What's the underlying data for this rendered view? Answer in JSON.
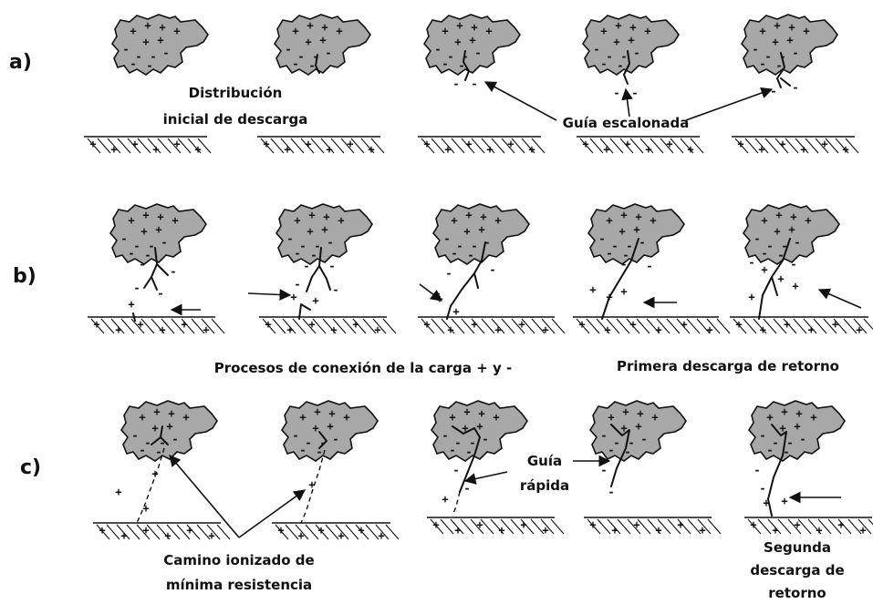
{
  "rows": [
    {
      "id": "a",
      "label": "a)"
    },
    {
      "id": "b",
      "label": "b)"
    },
    {
      "id": "c",
      "label": "c)"
    }
  ],
  "captions": {
    "a_distribution_line1": "Distribución",
    "a_distribution_line2": "inicial de descarga",
    "a_stepped_leader": "Guía escalonada",
    "b_connection": "Procesos de conexión de la carga + y -",
    "b_first_return": "Primera descarga de retorno",
    "c_ionized_line1": "Camino ionizado de",
    "c_ionized_line2": "mínima resistencia",
    "c_dart_line1": "Guía",
    "c_dart_line2": "rápida",
    "c_second_line1": "Segunda",
    "c_second_line2": "descarga de",
    "c_second_line3": "retorno"
  },
  "colors": {
    "cloud": "#a8a8a8",
    "ink": "#111111",
    "background": "#ffffff"
  },
  "symbols": {
    "positive": "+",
    "negative": "-"
  }
}
